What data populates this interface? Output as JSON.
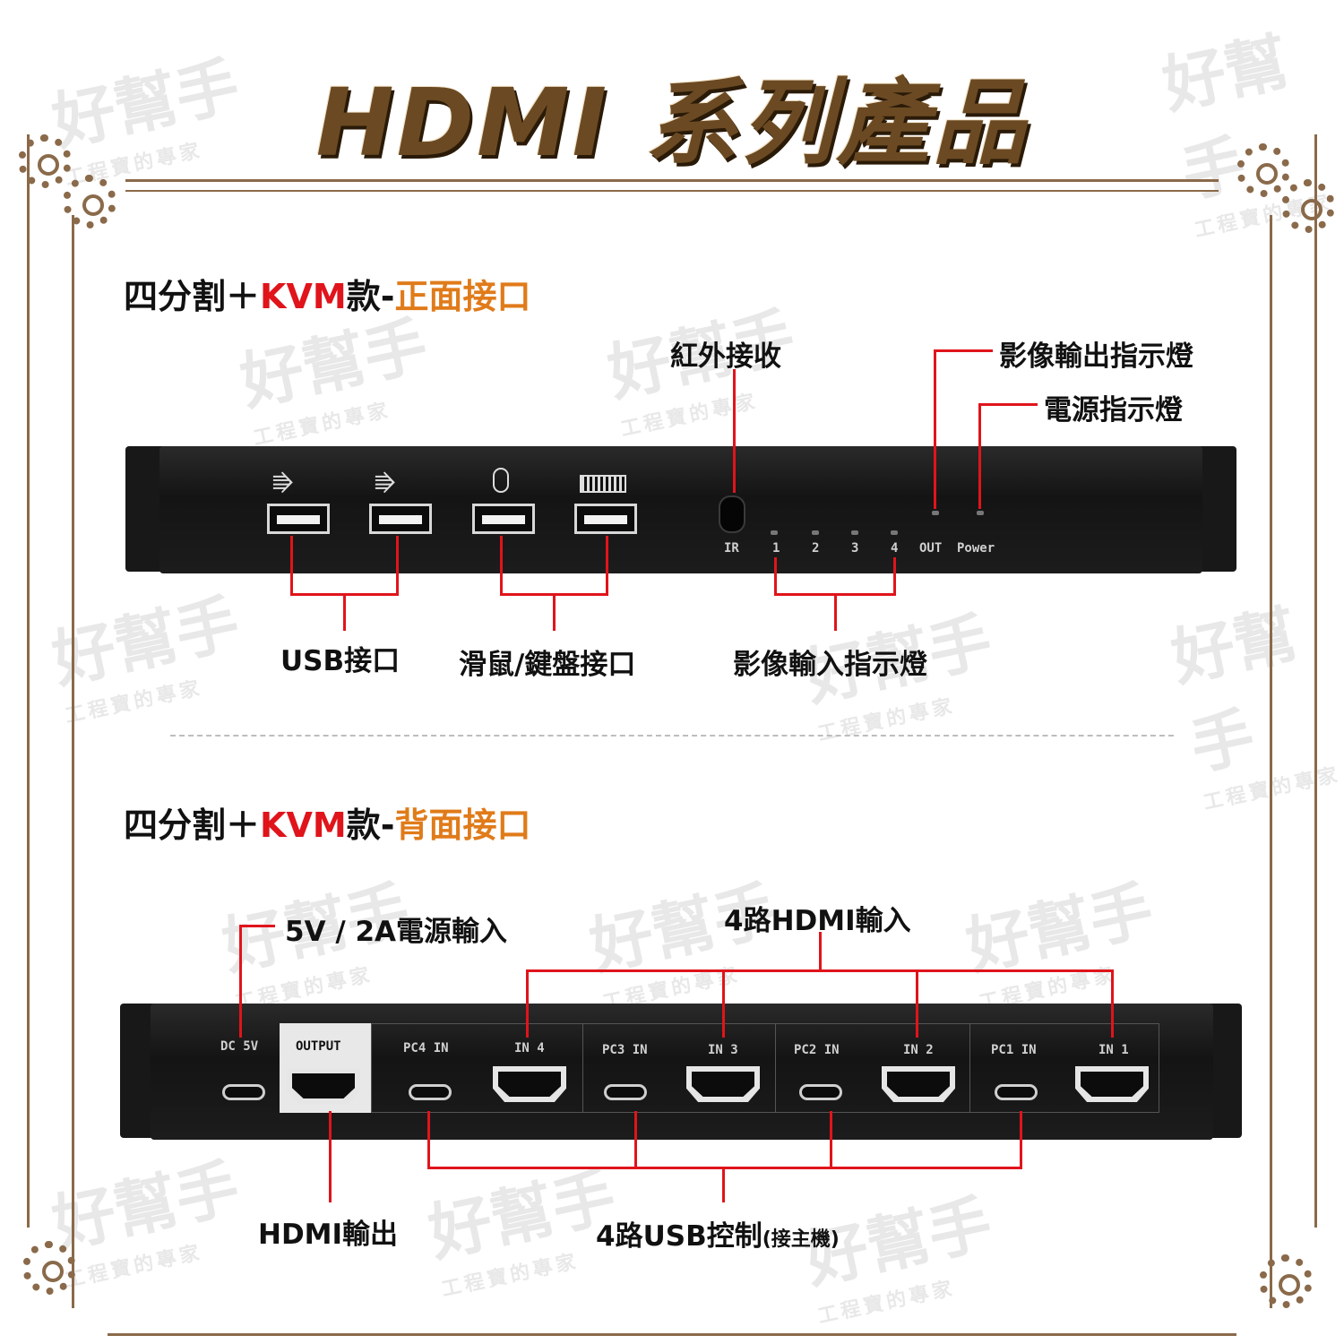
{
  "title": "HDMI 系列產品",
  "watermark": {
    "brand": "好幫手",
    "slogan": "工程寶的專家"
  },
  "front": {
    "heading": {
      "part1": "四分割＋",
      "part2": "KVM",
      "part3": "款-",
      "part4": "正面接口"
    },
    "callouts": {
      "ir": "紅外接收",
      "out_led": "影像輸出指示燈",
      "power_led": "電源指示燈",
      "usb": "USB接口",
      "mouse_kb": "滑鼠/鍵盤接口",
      "in_led": "影像輸入指示燈"
    },
    "panel": {
      "ir": "IR",
      "led1": "1",
      "led2": "2",
      "led3": "3",
      "led4": "4",
      "out": "OUT",
      "power": "Power"
    }
  },
  "back": {
    "heading": {
      "part1": "四分割＋",
      "part2": "KVM",
      "part3": "款-",
      "part4": "背面接口"
    },
    "callouts": {
      "power_in": "5V / 2A電源輸入",
      "hdmi_in": "4路HDMI輸入",
      "hdmi_out": "HDMI輸出",
      "usb_ctrl": "4路USB控制",
      "usb_ctrl_note": "(接主機)"
    },
    "panel": {
      "dc": "DC 5V",
      "output": "OUTPUT",
      "pc4": "PC4 IN",
      "in4": "IN 4",
      "pc3": "PC3 IN",
      "in3": "IN 3",
      "pc2": "PC2 IN",
      "in2": "IN 2",
      "pc1": "PC1 IN",
      "in1": "IN 1"
    }
  },
  "colors": {
    "accent_red": "#e0141b",
    "accent_orange": "#e07b1a",
    "frame_brown": "#8a6a4a",
    "title_brown": "#6b4a23"
  },
  "icons": [
    "usb-icon",
    "mouse-icon",
    "keyboard-icon",
    "gear-icon",
    "hdmi-port-icon",
    "usb-c-port-icon"
  ]
}
